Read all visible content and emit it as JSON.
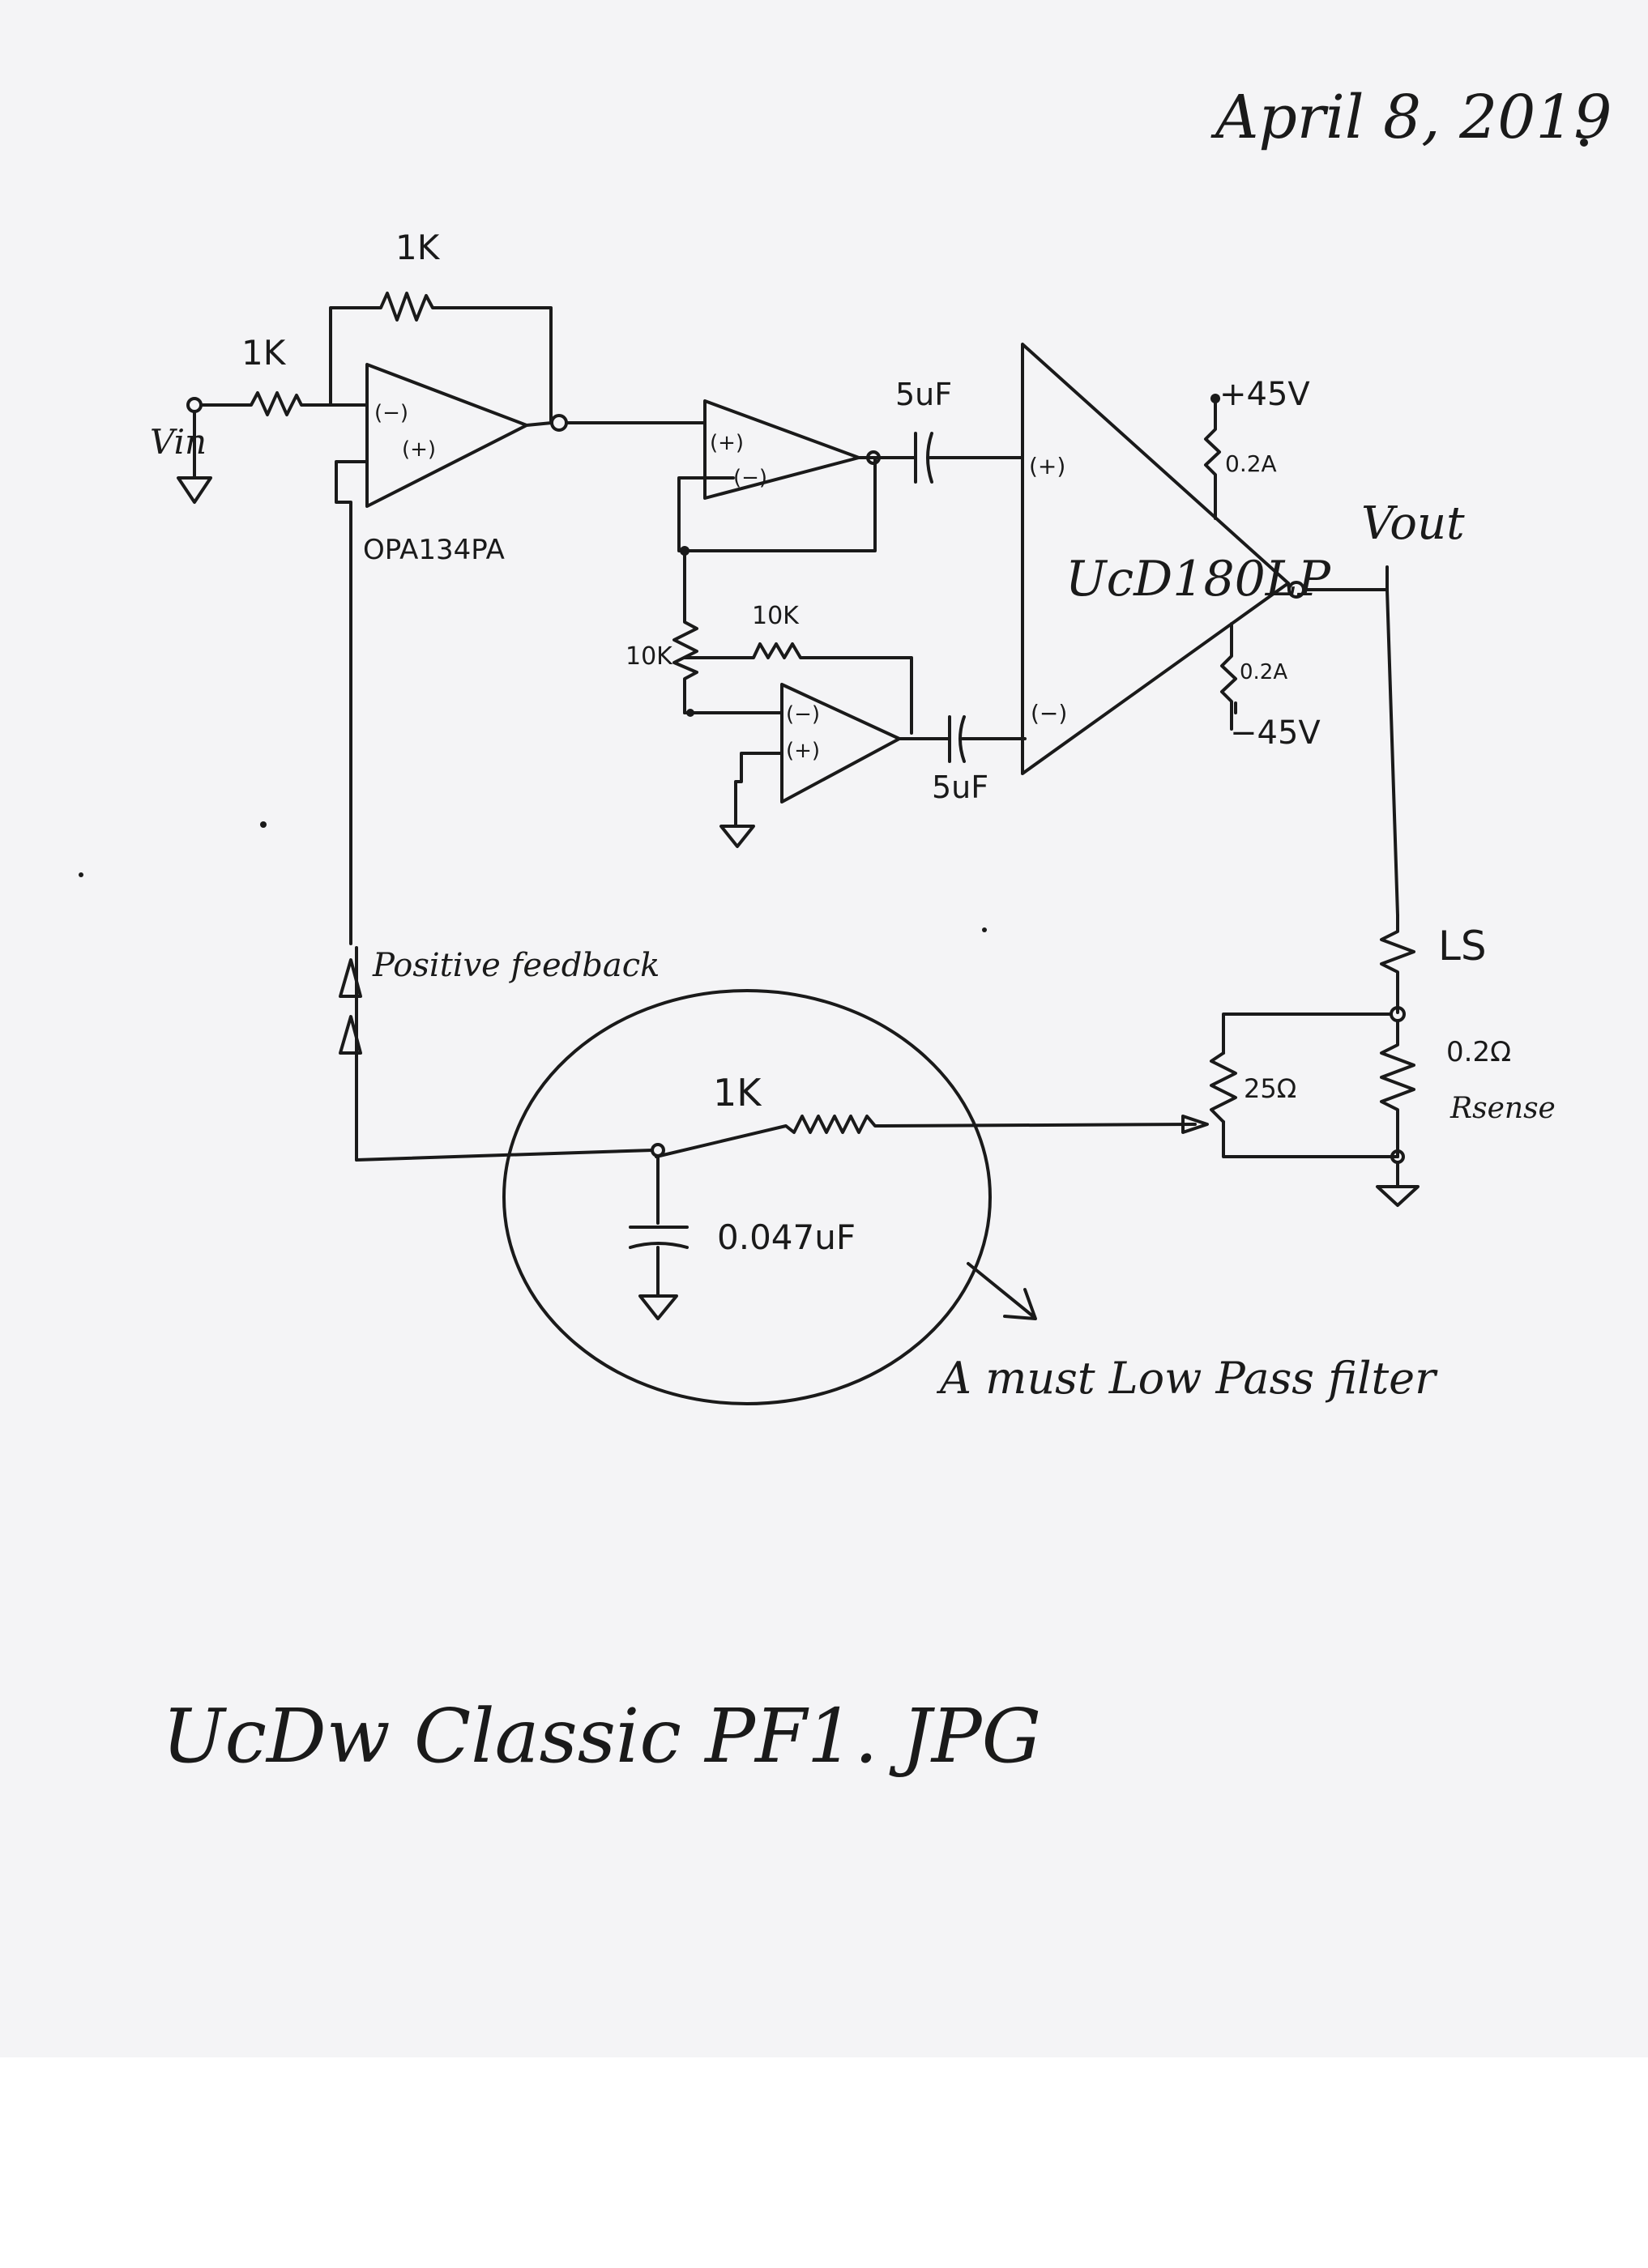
{
  "date": "April 8, 2019",
  "filename": "UcDw Classic PF1. JPG",
  "note": "A must Low Pass filter",
  "feedback_label": "Positive feedback",
  "input_label": "Vin",
  "output_label": "Vout",
  "opamp1_name": "OPA134PA",
  "amp_module": "UcD180LP",
  "pins": {
    "minus": "(−)",
    "plus": "(+)"
  },
  "components": {
    "r_feedback": "1K",
    "r_input": "1K",
    "r_div_left": "10K",
    "r_div_top": "10K",
    "cap_top": "5uF",
    "cap_bottom": "5uF",
    "supply_pos": "+45V",
    "supply_neg": "−45V",
    "fuse_pos": "0.2A",
    "fuse_neg": "0.2A",
    "speaker": "LS",
    "pot": "25Ω",
    "r_sense_value": "0.2Ω",
    "r_sense_label": "Rsense",
    "filter_r": "1K",
    "filter_c": "0.047uF"
  }
}
